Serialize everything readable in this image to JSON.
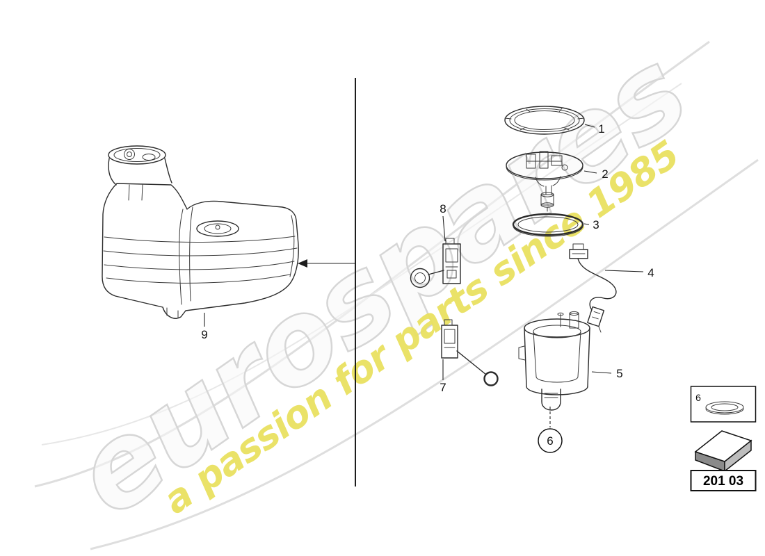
{
  "watermark": {
    "brand": "eurospares",
    "tagline": "a passion for parts since 1985"
  },
  "colors": {
    "tagline_yellow": "#e9e060",
    "watermark_gray": "#d6d6d6",
    "line_art": "#2b2b2b"
  },
  "callouts": {
    "c1": "1",
    "c2": "2",
    "c3": "3",
    "c4": "4",
    "c5": "5",
    "c6": "6",
    "c7": "7",
    "c8": "8",
    "c9": "9"
  },
  "legend": {
    "inset_label": "6",
    "part_group_code": "201 03"
  }
}
